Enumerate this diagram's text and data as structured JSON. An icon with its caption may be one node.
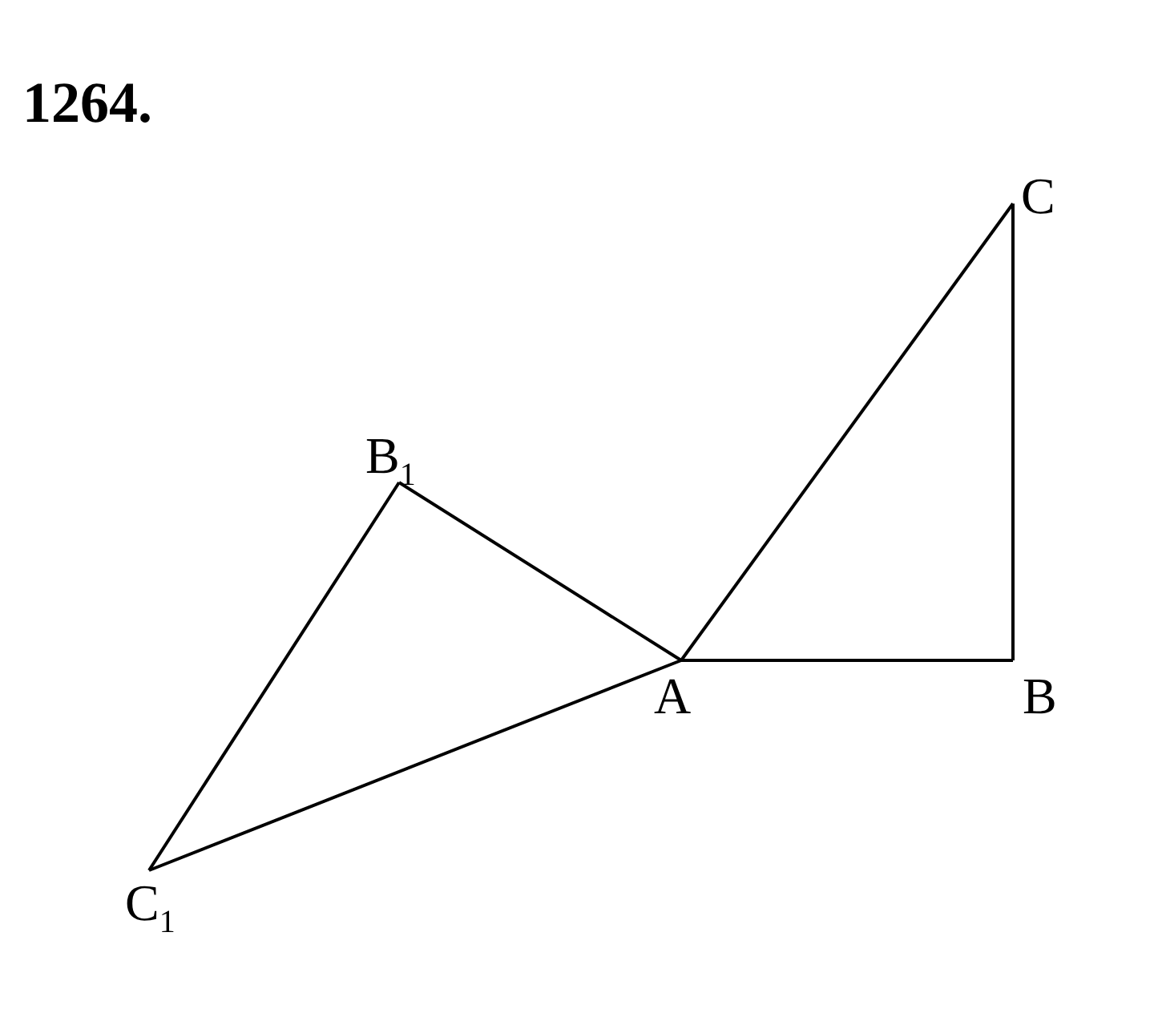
{
  "diagram": {
    "title": "1264.",
    "nodes": [
      {
        "text": [
          "C"
        ]
      },
      {
        "text": [
          "B$_{1}$"
        ]
      },
      {
        "text": [
          "A"
        ]
      },
      {
        "text": [
          "B"
        ]
      },
      {
        "text": [
          "C$_{1}$"
        ]
      }
    ],
    "edges": [
      {
        "from": 0,
        "to": 3,
        "arrow": "none"
      },
      {
        "from": 0,
        "to": 2,
        "arrow": "none"
      },
      {
        "from": 2,
        "to": 3,
        "arrow": "none"
      },
      {
        "from": 1,
        "to": 2,
        "arrow": "none"
      },
      {
        "from": 1,
        "to": 4,
        "arrow": "none"
      },
      {
        "from": 4,
        "to": 2,
        "arrow": "none"
      }
    ]
  }
}
